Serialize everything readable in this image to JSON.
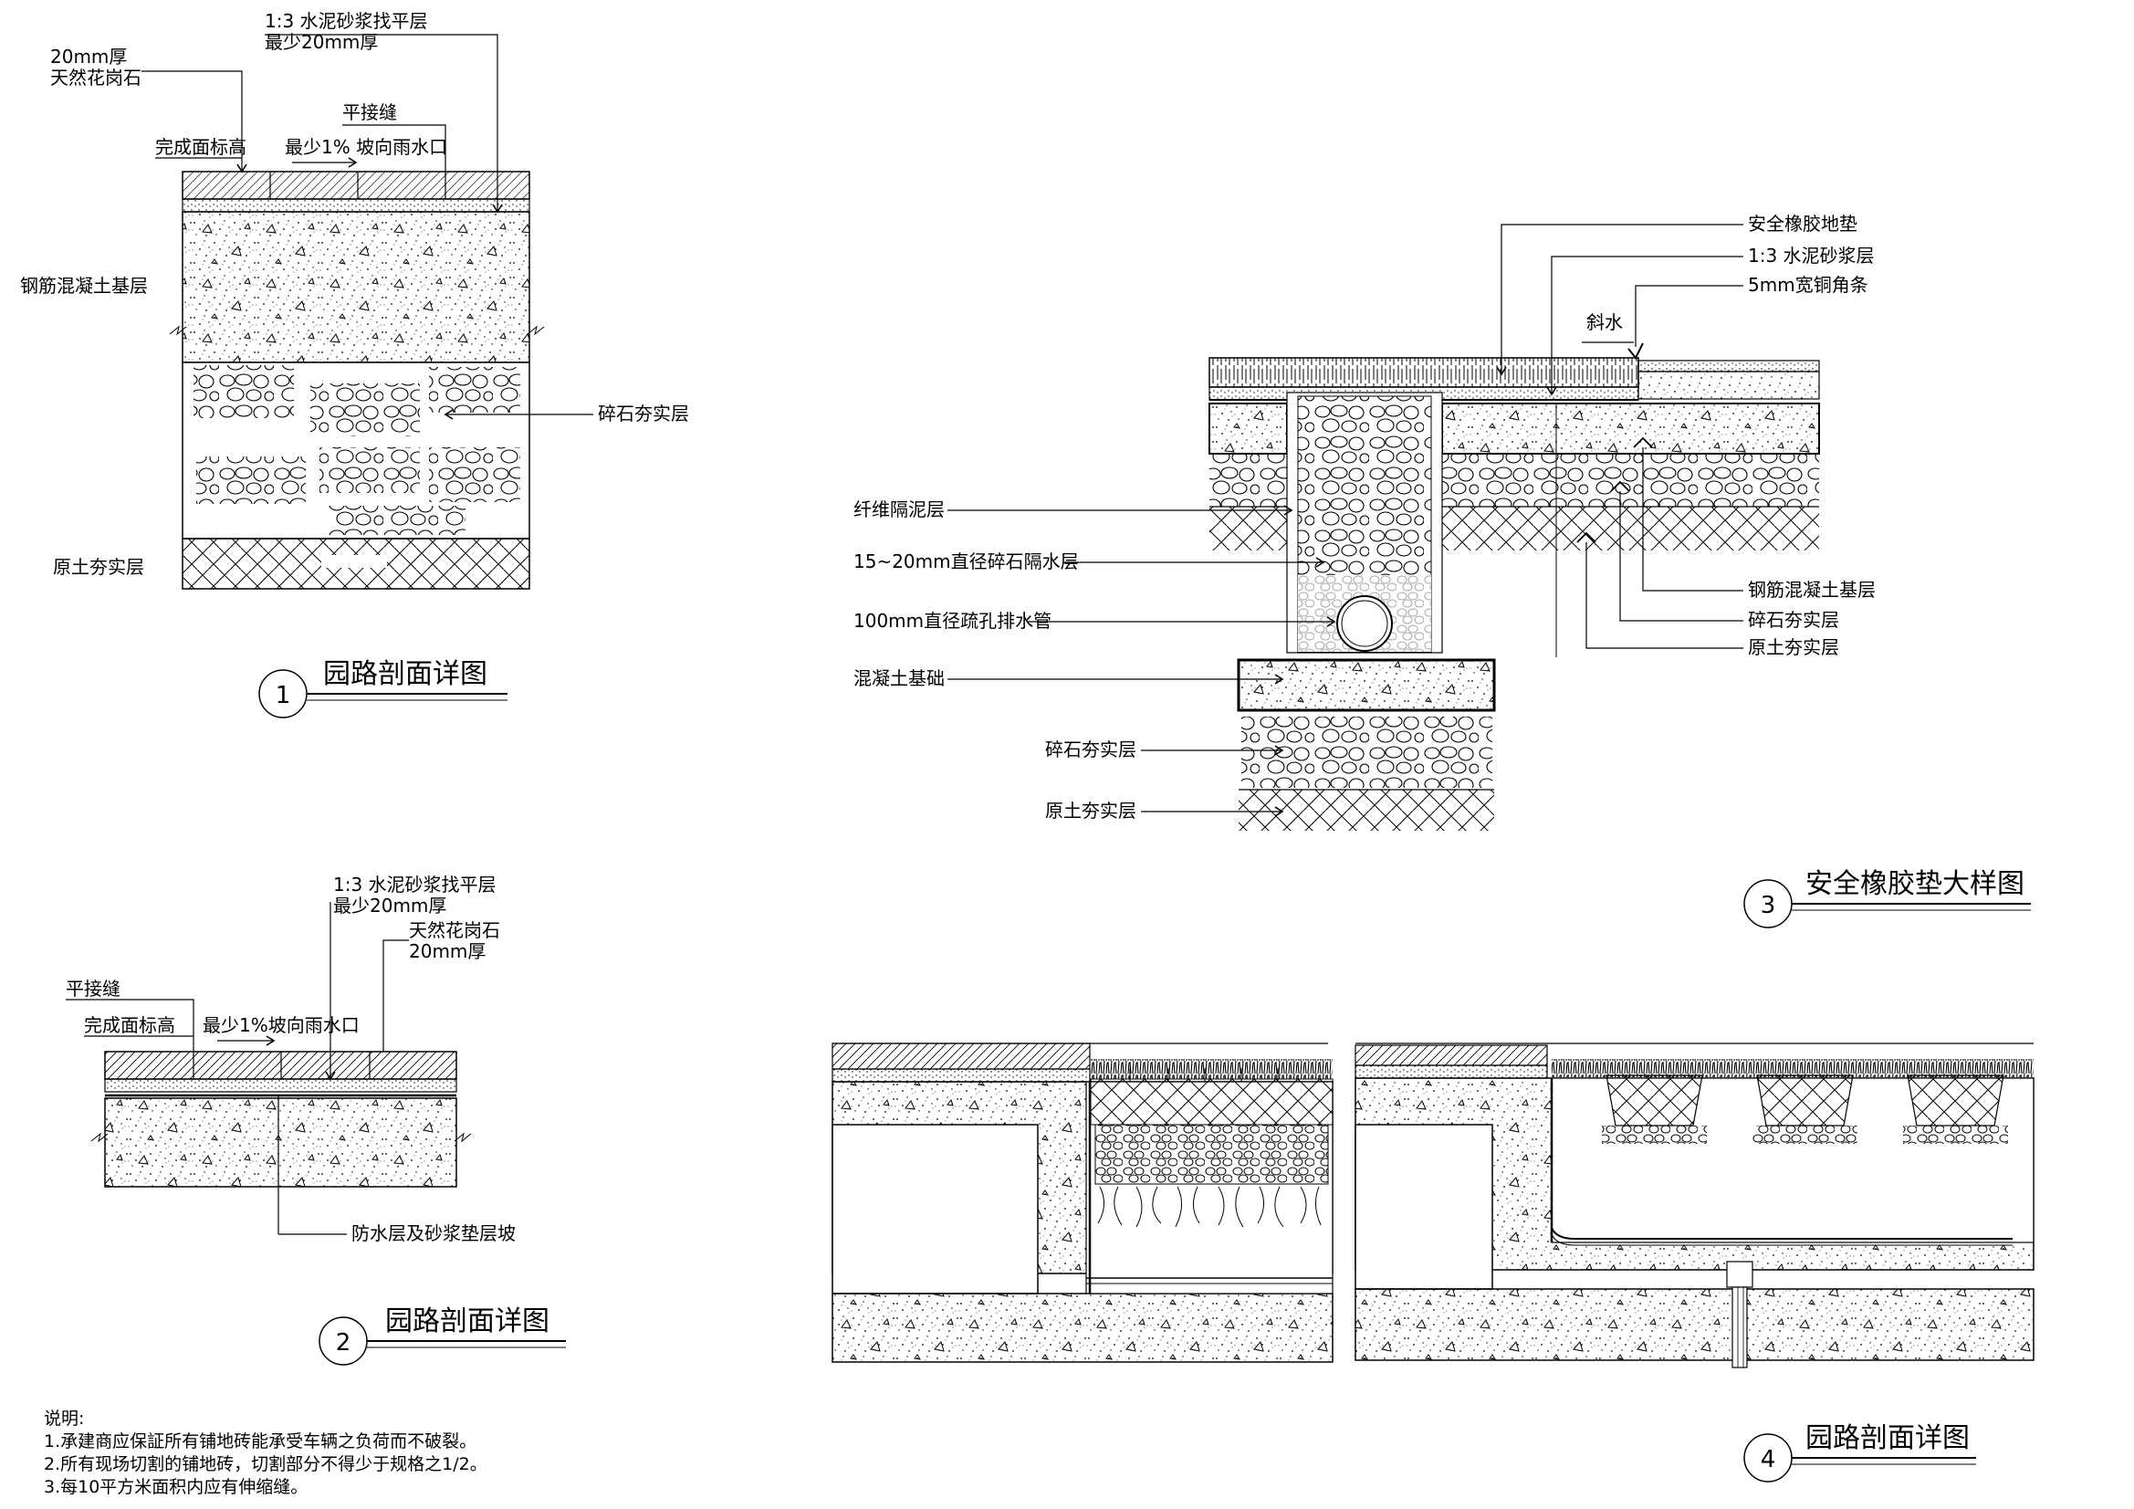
{
  "detail1": {
    "label_granite_a": "20mm厚",
    "label_granite_b": "天然花岗石",
    "label_mortar_a": "1:3 水泥砂浆找平层",
    "label_mortar_b": "最少20mm厚",
    "label_flush_joint": "平接缝",
    "label_finish_level": "完成面标高",
    "label_slope": "最少1% 坡向雨水口",
    "label_concrete_base": "钢筋混凝土基层",
    "label_gravel": "碎石夯实层",
    "label_soil": "原土夯实层",
    "title": "园路剖面详图",
    "number": "1"
  },
  "detail2": {
    "label_mortar_a": "1:3 水泥砂浆找平层",
    "label_mortar_b": "最少20mm厚",
    "label_granite_a": "天然花岗石",
    "label_granite_b": "20mm厚",
    "label_flush_joint": "平接缝",
    "label_finish_level": "完成面标高",
    "label_slope": "最少1%坡向雨水口",
    "label_waterproof": "防水层及砂浆垫层坡",
    "title": "园路剖面详图",
    "number": "2"
  },
  "detail3": {
    "label_rubber_mat": "安全橡胶地垫",
    "label_mortar": "1:3 水泥砂浆层",
    "label_copper": "5mm宽铜角条",
    "label_slope": "斜水",
    "label_fiber": "纤维隔泥层",
    "label_stone_layer": "15~20mm直径碎石隔水层",
    "label_pipe": "100mm直径疏孔排水管",
    "label_concrete_footing": "混凝土基础",
    "label_gravel_left": "碎石夯实层",
    "label_soil_left": "原土夯实层",
    "label_concrete_base": "钢筋混凝土基层",
    "label_gravel_right": "碎石夯实层",
    "label_soil_right": "原土夯实层",
    "title": "安全橡胶垫大样图",
    "number": "3"
  },
  "detail4": {
    "title": "园路剖面详图",
    "number": "4"
  },
  "notes": {
    "heading": "说明:",
    "line1": "1.承建商应保証所有铺地砖能承受车辆之负荷而不破裂。",
    "line2": "2.所有现场切割的铺地砖，切割部分不得少于规格之1/2。",
    "line3": "3.每10平方米面积内应有伸缩缝。"
  }
}
